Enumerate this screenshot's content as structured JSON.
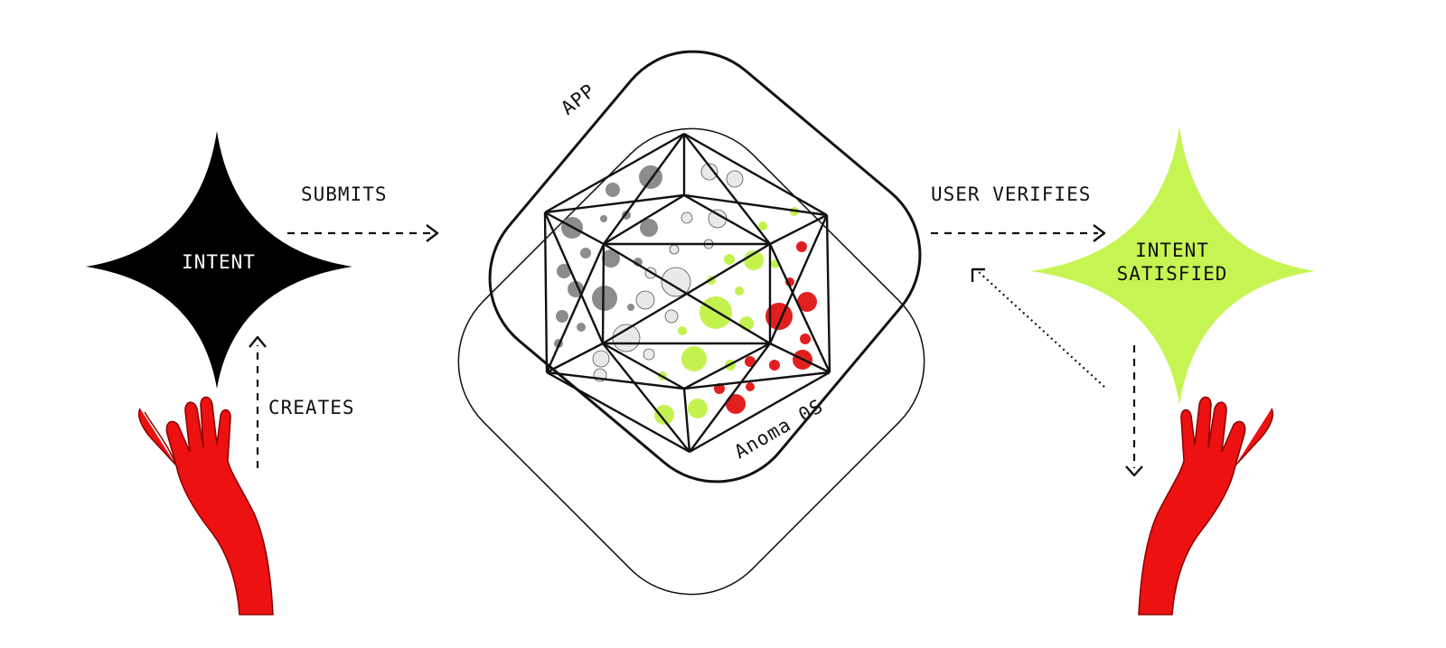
{
  "labels": {
    "intent": "INTENT",
    "satisfied_line1": "INTENT",
    "satisfied_line2": "SATISFIED",
    "submits": "SUBMITS",
    "creates": "CREATES",
    "user_verifies": "USER VERIFIES",
    "app": "APP",
    "anoma_os": "Anoma 0S"
  },
  "colors": {
    "intent_star": "#000000",
    "satisfied_star": "#c6f553",
    "hand": "#ee1111",
    "dot_gray": "#8c8c8c",
    "dot_light": "#e9e9e9",
    "dot_green": "#c3f24f",
    "dot_red": "#e21f1f"
  },
  "icons": [
    "four-point-star",
    "hand-icon",
    "icosahedron",
    "rounded-square-frame"
  ]
}
